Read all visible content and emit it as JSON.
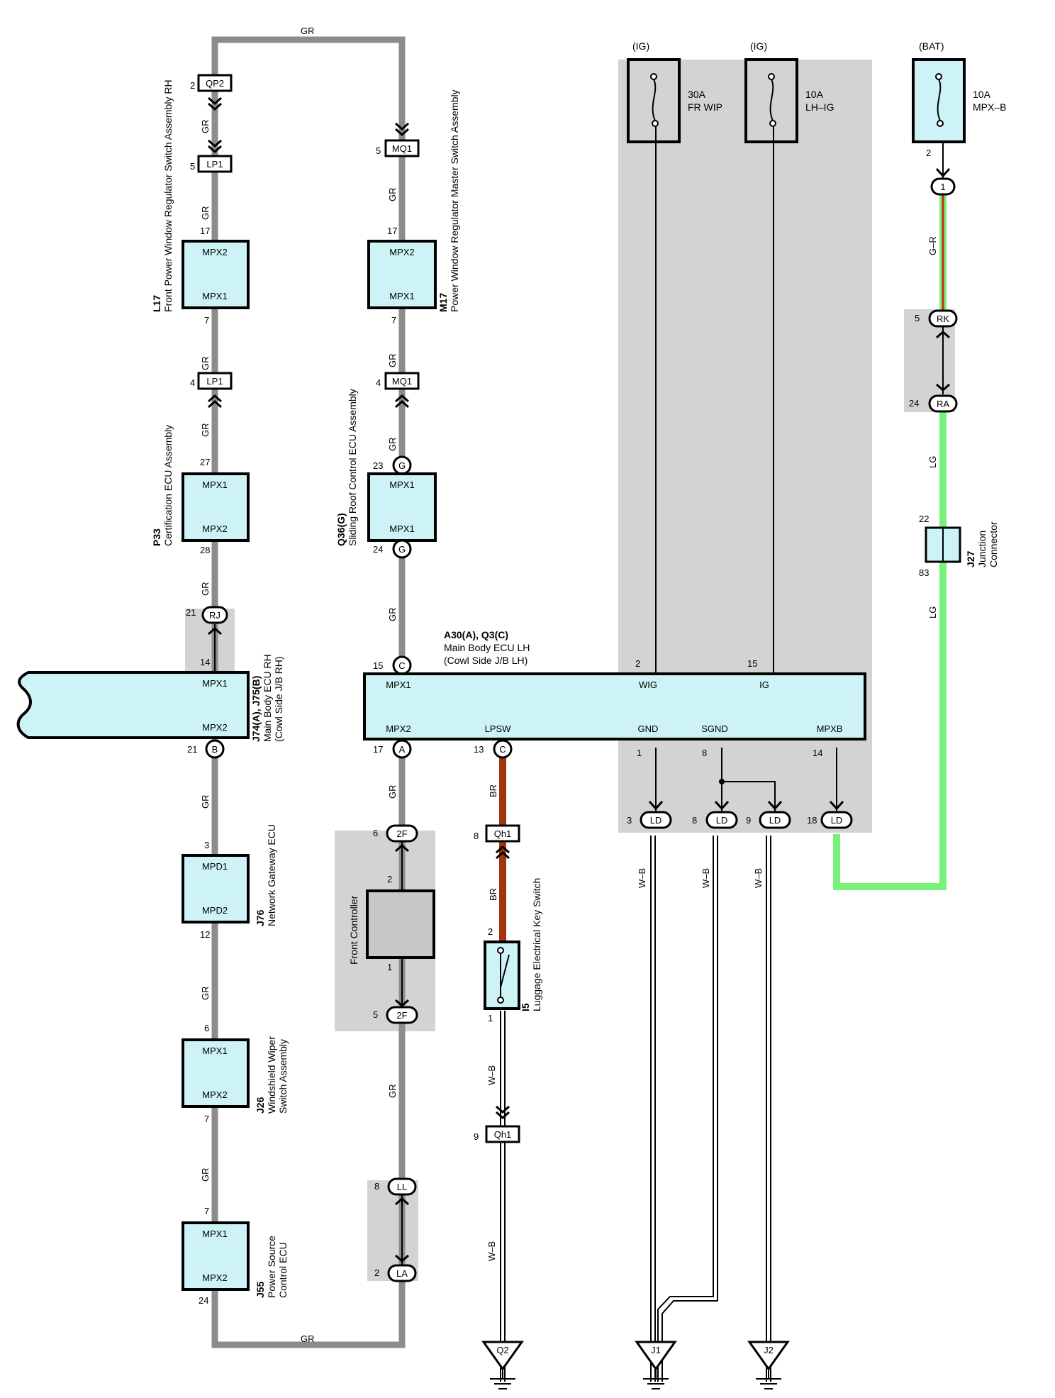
{
  "wire_colors": {
    "gr": "#8c8c8c",
    "br": "#a0350f",
    "lg": "#77f27a",
    "gr_red": "#d42020",
    "box_fill": "#cdf3f7",
    "shade": "#d3d3d3"
  },
  "fuses": [
    {
      "source": "(IG)",
      "rating": "30A",
      "name": "FR WIP"
    },
    {
      "source": "(IG)",
      "rating": "10A",
      "name": "LH–IG"
    },
    {
      "source": "(BAT)",
      "rating": "10A",
      "name": "MPX–B"
    }
  ],
  "wires": {
    "gr": "GR",
    "br": "BR",
    "wb": "W–B",
    "lg": "LG",
    "gr_r": "G–R"
  },
  "connectors": {
    "qp2": "QP2",
    "lp1": "LP1",
    "mq1": "MQ1",
    "g": "G",
    "rj": "RJ",
    "b": "B",
    "c": "C",
    "a": "A",
    "f2": "2F",
    "qh1": "Qh1",
    "ll": "LL",
    "la": "LA",
    "ld": "LD",
    "rk": "RK",
    "ra": "RA",
    "one": "1",
    "q2": "Q2",
    "j1": "J1",
    "j2": "J2"
  },
  "ports": {
    "mpx1": "MPX1",
    "mpx2": "MPX2",
    "mpd1": "MPD1",
    "mpd2": "MPD2",
    "wig": "WIG",
    "ig": "IG",
    "lpsw": "LPSW",
    "gnd": "GND",
    "sgnd": "SGND",
    "mpxb": "MPXB"
  },
  "pins": {
    "p2": "2",
    "p5": "5",
    "p17": "17",
    "p7": "7",
    "p4": "4",
    "p27": "27",
    "p28": "28",
    "p21": "21",
    "p14": "14",
    "p3": "3",
    "p12": "12",
    "p6": "6",
    "p24": "24",
    "p23": "23",
    "p15": "15",
    "p13": "13",
    "p8": "8",
    "p1": "1",
    "p9": "9",
    "p18": "18",
    "p22": "22",
    "p83": "83"
  },
  "components": {
    "l17_id": "L17",
    "l17_name": "Front Power Window Regulator Switch Assembly RH",
    "m17_id": "M17",
    "m17_name": "Power Window Regulator Master Switch Assembly",
    "p33_id": "P33",
    "p33_name": "Certification ECU Assembly",
    "q36_id": "Q36(G)",
    "q36_name": "Sliding Roof Control ECU Assembly",
    "j74_id": "J74(A), J75(B)",
    "j74_name1": "Main Body ECU RH",
    "j74_name2": "(Cowl Side J/B RH)",
    "a30_id": "A30(A), Q3(C)",
    "a30_name1": "Main Body ECU LH",
    "a30_name2": "(Cowl Side J/B LH)",
    "j76_id": "J76",
    "j76_name": "Network Gateway ECU",
    "j26_id": "J26",
    "j26_name1": "Windshield Wiper",
    "j26_name2": "Switch Assembly",
    "j55_id": "J55",
    "j55_name1": "Power Source",
    "j55_name2": "Control ECU",
    "front_controller": "Front Controller",
    "i5_id": "I5",
    "i5_name": "Luggage Electrical Key Switch",
    "j27_id": "J27",
    "j27_name1": "Junction",
    "j27_name2": "Connector"
  }
}
